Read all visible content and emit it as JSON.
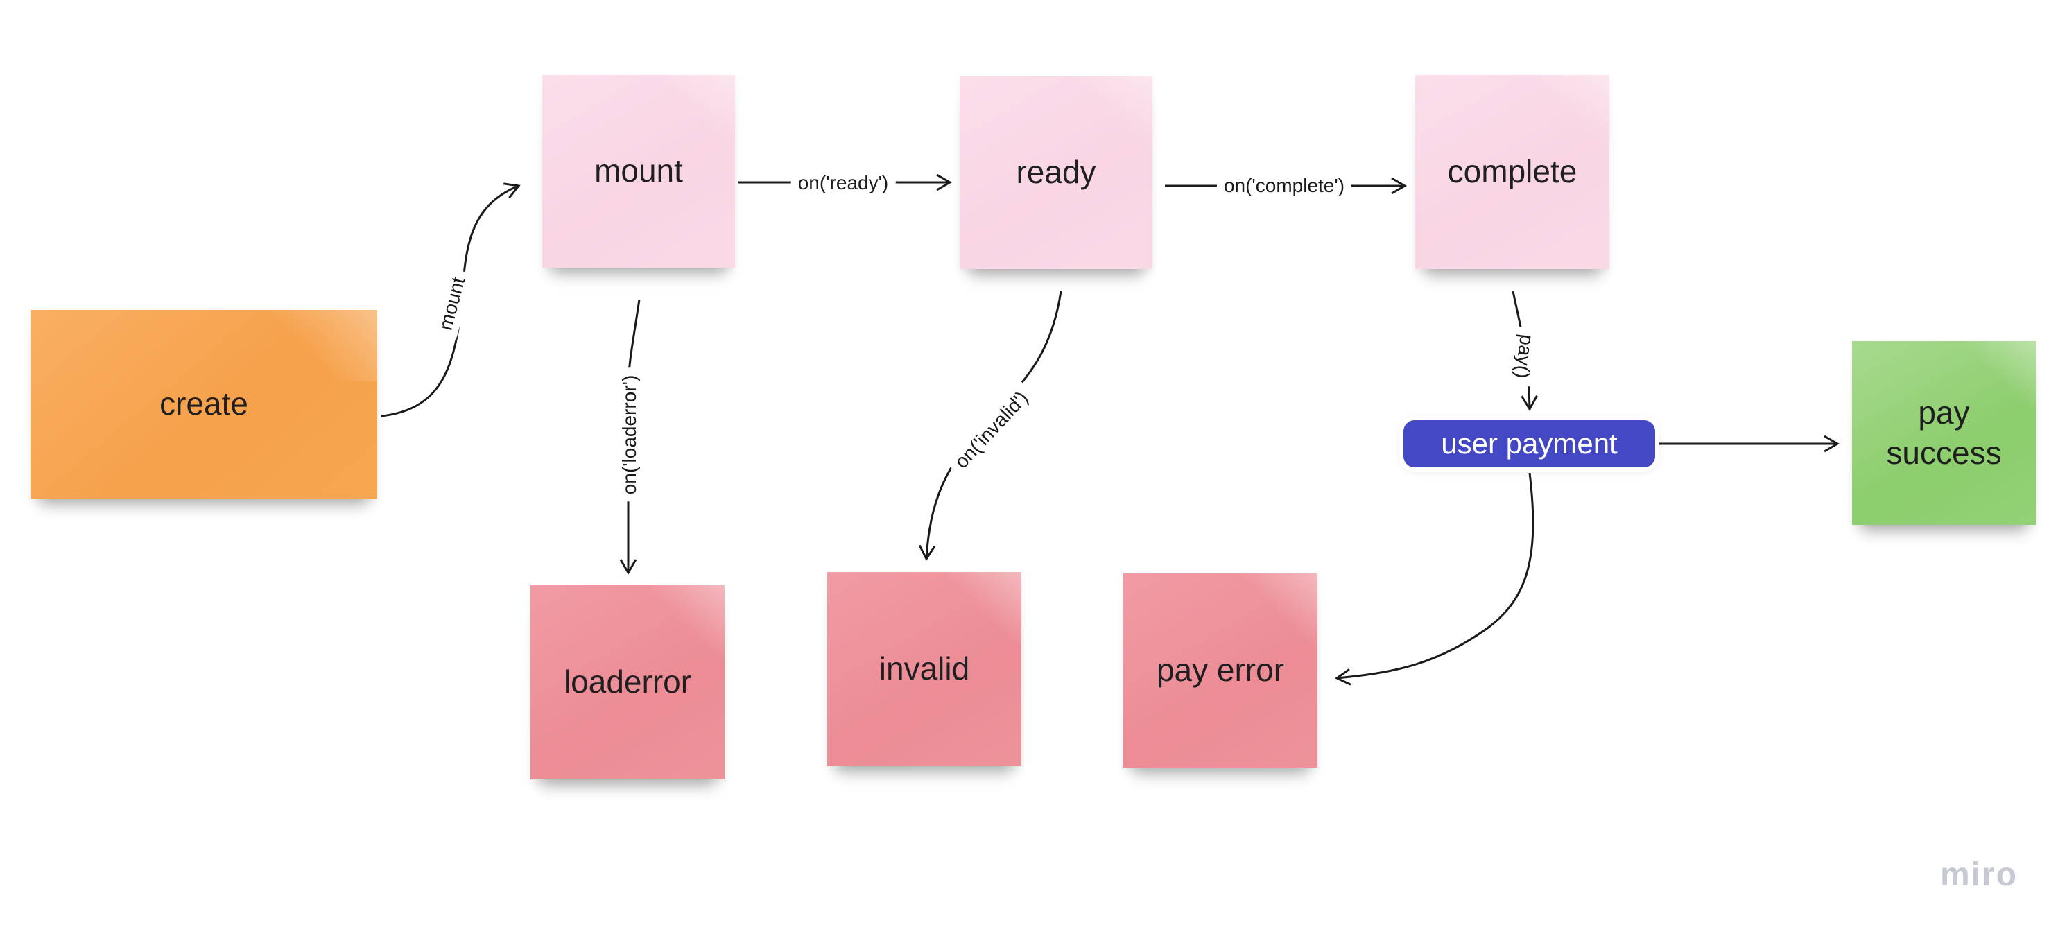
{
  "board": {
    "watermark": "miro",
    "colors": {
      "sticky_orange": "#f6a14b",
      "sticky_pink": "#f9d5e4",
      "sticky_rose": "#ec8c95",
      "sticky_green": "#8ccd6c",
      "shape_blue": "#4448c4",
      "connector": "#1a1a1a",
      "watermark_gray": "#c7c9d3",
      "text_dark": "#1f1f21",
      "text_on_blue": "#ffffff"
    },
    "nodes": [
      {
        "id": "create",
        "label": "create",
        "type": "sticky-note",
        "color": "orange"
      },
      {
        "id": "mount",
        "label": "mount",
        "type": "sticky-note",
        "color": "pink"
      },
      {
        "id": "ready",
        "label": "ready",
        "type": "sticky-note",
        "color": "pink"
      },
      {
        "id": "complete",
        "label": "complete",
        "type": "sticky-note",
        "color": "pink"
      },
      {
        "id": "loaderror",
        "label": "loaderror",
        "type": "sticky-note",
        "color": "rose"
      },
      {
        "id": "invalid",
        "label": "invalid",
        "type": "sticky-note",
        "color": "rose"
      },
      {
        "id": "pay-error",
        "label": "pay error",
        "type": "sticky-note",
        "color": "rose"
      },
      {
        "id": "user-payment",
        "label": "user payment",
        "type": "rounded-shape",
        "color": "blue"
      },
      {
        "id": "pay-success",
        "label": "pay success",
        "type": "sticky-note",
        "color": "green"
      }
    ],
    "edges": [
      {
        "from": "create",
        "to": "mount",
        "label": "mount"
      },
      {
        "from": "mount",
        "to": "ready",
        "label": "on('ready')"
      },
      {
        "from": "ready",
        "to": "complete",
        "label": "on('complete')"
      },
      {
        "from": "mount",
        "to": "loaderror",
        "label": "on('loaderror')"
      },
      {
        "from": "ready",
        "to": "invalid",
        "label": "on('invalid')"
      },
      {
        "from": "complete",
        "to": "user-payment",
        "label": "pay()"
      },
      {
        "from": "user-payment",
        "to": "pay-success",
        "label": ""
      },
      {
        "from": "user-payment",
        "to": "pay-error",
        "label": ""
      }
    ]
  }
}
